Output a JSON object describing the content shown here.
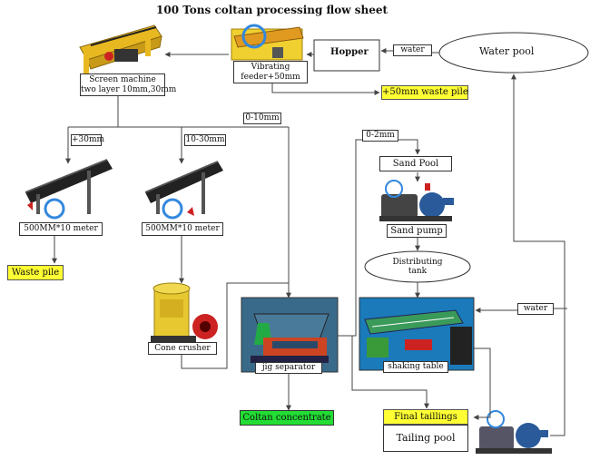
{
  "title": "100 Tons coltan processing flow sheet",
  "nodes": {
    "screen_machine": "Screen machine",
    "screen_machine_sub": "two layer 10mm,30mm",
    "vibrating_feeder": "Vibrating",
    "vibrating_feeder_sub": "feeder+50mm",
    "hopper": "Hopper",
    "water_top": "water",
    "water_pool": "Water pool",
    "waste_50": "+50mm waste pile",
    "plus30": "+30mm",
    "range_10_30": "10-30mm",
    "range_0_10": "0-10mm",
    "range_0_2": "0-2mm",
    "sand_pool": "Sand Pool",
    "sand_pump": "Sand pump",
    "distributing": "Distributing",
    "distributing_sub": "tank",
    "conveyor_1": "500MM*10 meter",
    "conveyor_2": "500MM*10 meter",
    "waste_pile": "Waste pile",
    "cone_crusher": "Cone crusher",
    "jig_separator": "jig separator",
    "shaking_table": "shaking table",
    "water_right": "water",
    "coltan_concentrate": "Coltan concentrate",
    "final_taillings": "Final taillings",
    "tailing_pool": "Tailing pool"
  },
  "colors": {
    "line": "#444444",
    "highlight_yellow": "#ffff33",
    "highlight_green": "#22dd33",
    "machine_yellow": "#e8b820",
    "machine_black": "#222222",
    "machine_blue": "#2a6fb8",
    "machine_red": "#cc2222"
  }
}
